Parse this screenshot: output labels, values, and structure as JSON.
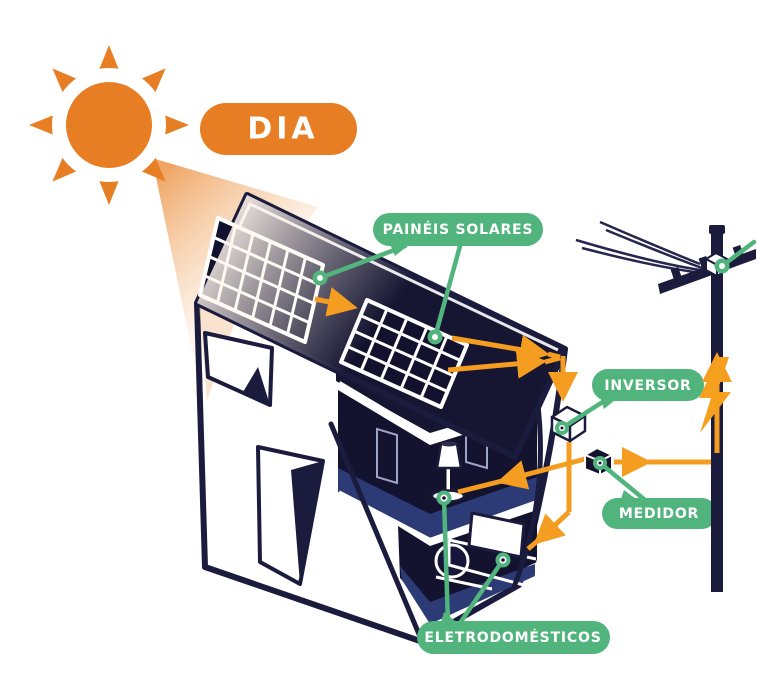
{
  "badge": {
    "label": "DIA"
  },
  "callouts": {
    "solar_panels": "PAINÉIS SOLARES",
    "inverter": "INVERSOR",
    "meter": "MEDIDOR",
    "appliances": "ELETRODOMÉSTICOS"
  },
  "colors": {
    "sun_orange": "#E87E24",
    "energy_orange": "#F49D20",
    "label_green": "#52B47D",
    "outline_navy": "#1B1B3D",
    "roof_navy": "#161633",
    "interior_navy": "#13132F",
    "floor_blue": "#2C3B76"
  },
  "icons": {
    "sun": "sun-icon",
    "lightning": "lightning-bolt-icon",
    "lamp": "lamp-icon",
    "tv": "tv-icon",
    "chair": "chair-icon",
    "pole": "utility-pole-icon"
  }
}
